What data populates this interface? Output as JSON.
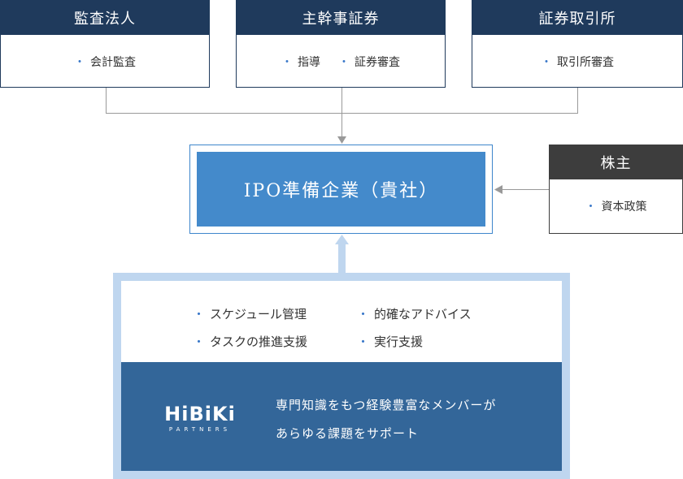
{
  "parties": [
    {
      "title": "監査法人",
      "items": [
        "会計監査"
      ]
    },
    {
      "title": "主幹事証券",
      "items": [
        "指導",
        "証券審査"
      ]
    },
    {
      "title": "証券取引所",
      "items": [
        "取引所審査"
      ]
    }
  ],
  "bullet": "・",
  "ipo_company": "IPO準備企業（貴社）",
  "shareholder": {
    "title": "株主",
    "item": "資本政策"
  },
  "hibiki": {
    "services_left": [
      "スケジュール管理",
      "タスクの推進支援"
    ],
    "services_right": [
      "的確なアドバイス",
      "実行支援"
    ],
    "logo_main": "HiBiKi",
    "logo_sub": "PARTNERS",
    "description_lines": [
      "専門知識をもつ経験豊富なメンバーが",
      "あらゆる課題をサポート"
    ]
  },
  "colors": {
    "navy": "#1f3a5c",
    "ipo_blue": "#448acb",
    "hibiki_blue": "#336699",
    "frame_light": "#bfd6ef",
    "shareholder_dark": "#3d3d3d",
    "connector_gray": "#999999",
    "bullet_blue": "#3a78c9"
  }
}
